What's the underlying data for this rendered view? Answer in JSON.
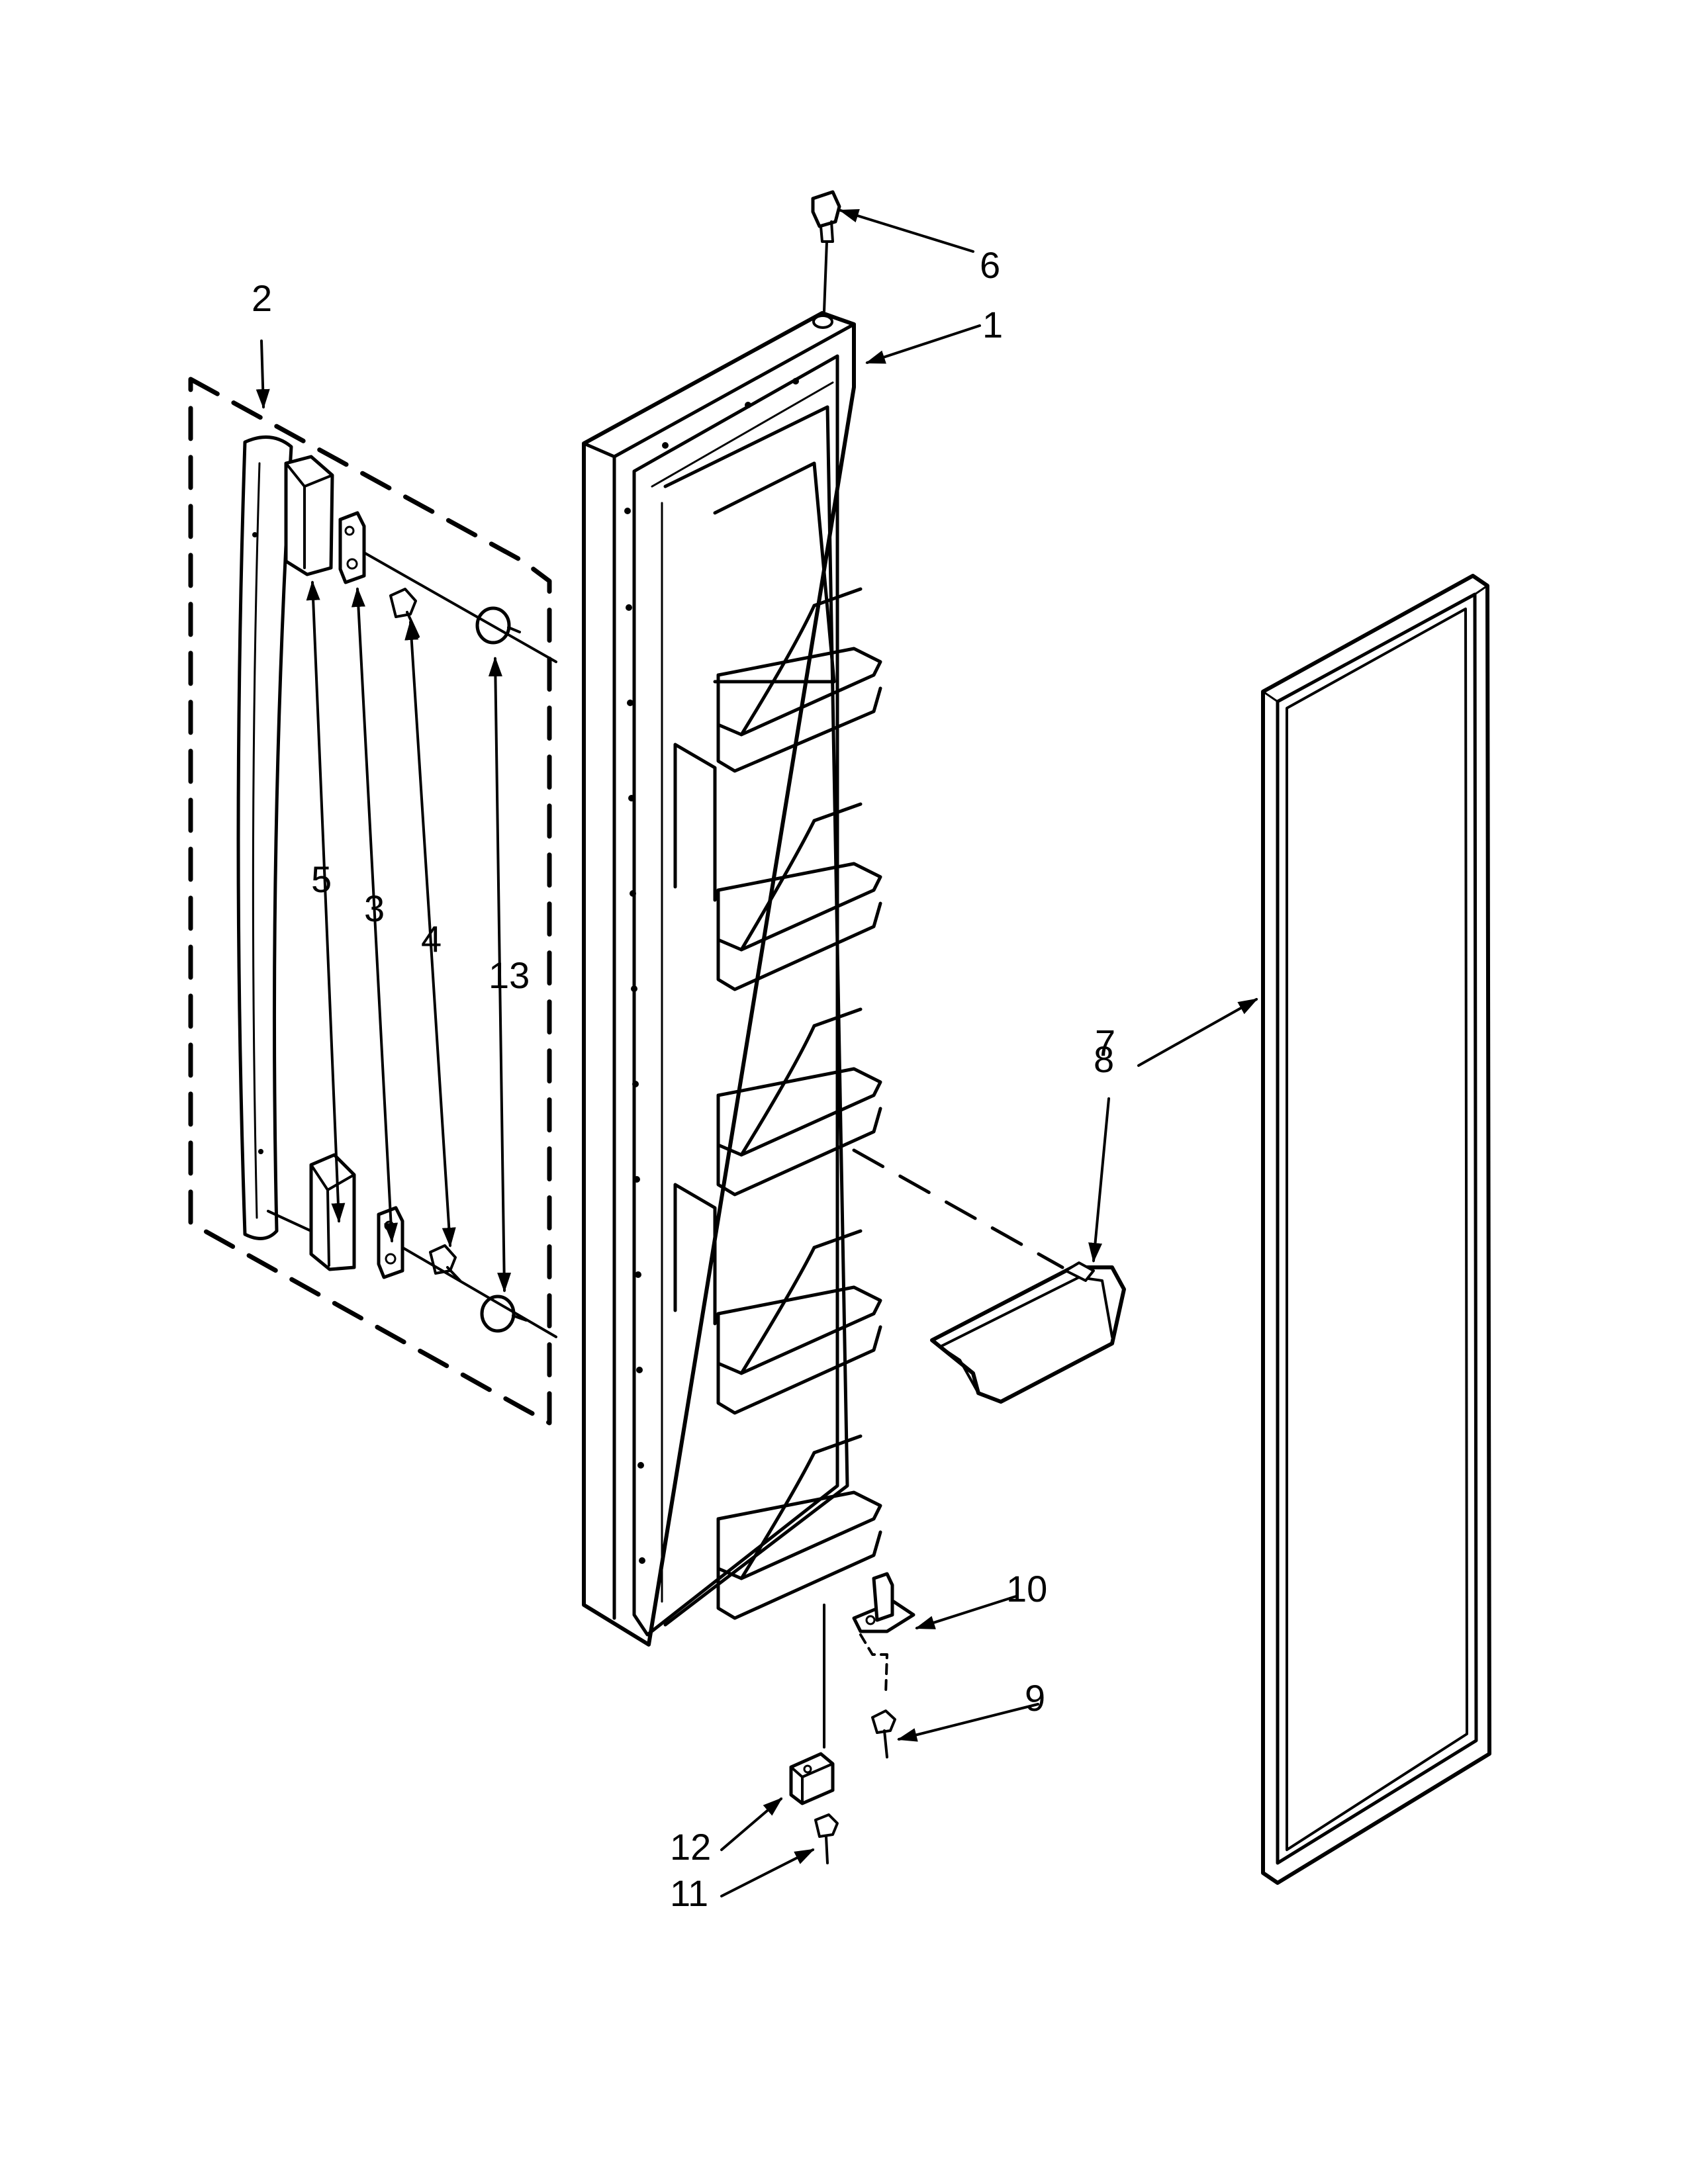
{
  "diagram": {
    "callouts": [
      "1",
      "2",
      "3",
      "4",
      "5",
      "6",
      "7",
      "8",
      "9",
      "10",
      "11",
      "12",
      "13"
    ]
  },
  "colors": {
    "line": "#000000",
    "background": "#ffffff"
  }
}
